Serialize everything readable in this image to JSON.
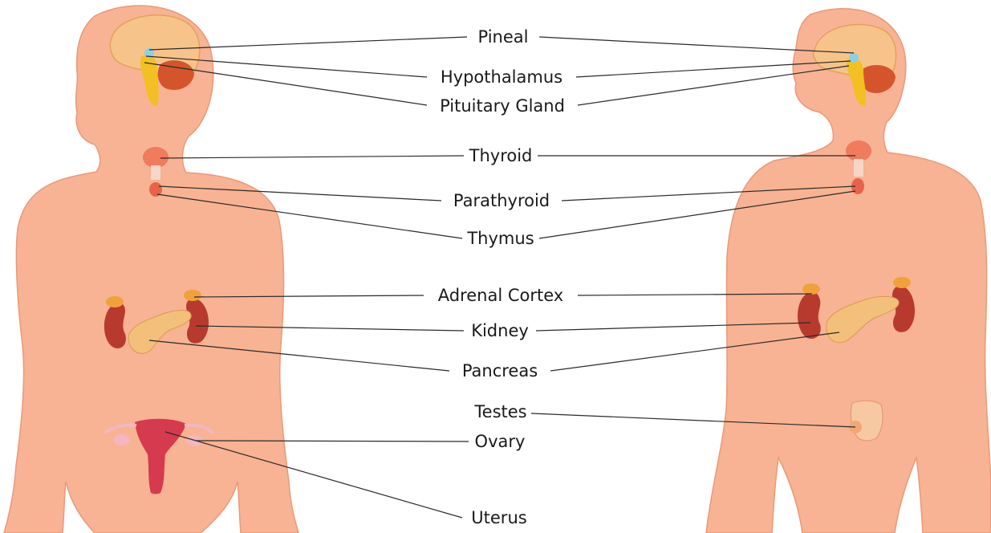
{
  "labels": {
    "pineal": "Pineal",
    "hypothalamus": "Hypothalamus",
    "pituitary": "Pituitary Gland",
    "thyroid": "Thyroid",
    "parathyroid": "Parathyroid",
    "thymus": "Thymus",
    "adrenal": "Adrenal Cortex",
    "kidney": "Kidney",
    "pancreas": "Pancreas",
    "testes": "Testes",
    "ovary": "Ovary",
    "uterus": "Uterus"
  },
  "colors": {
    "skin": "#f7b393",
    "skin_outline": "#e89a79",
    "brain": "#f6c48a",
    "cerebellum": "#d4552c",
    "brainstem": "#f3c023",
    "thyroid": "#f07b5d",
    "kidney": "#b83a2f",
    "adrenal": "#f0a23a",
    "pancreas": "#f2c07a",
    "uterus": "#d63a4e",
    "ovary": "#f2b7c0",
    "testes": "#f7c9a3"
  }
}
